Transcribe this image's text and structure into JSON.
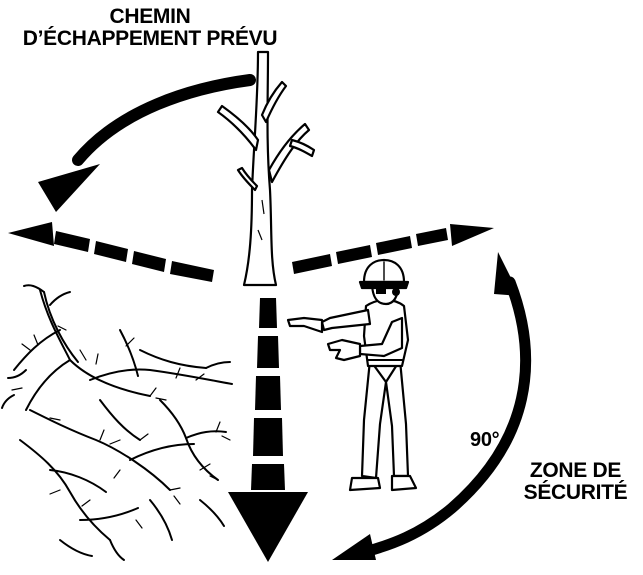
{
  "labels": {
    "escape_path_line1": "CHEMIN",
    "escape_path_line2": "D’ÉCHAPPEMENT PRÉVU",
    "angle": "90°",
    "safety_zone_line1": "ZONE DE",
    "safety_zone_line2": "SÉCURITÉ"
  },
  "colors": {
    "ink": "#000000",
    "background": "#ffffff"
  }
}
